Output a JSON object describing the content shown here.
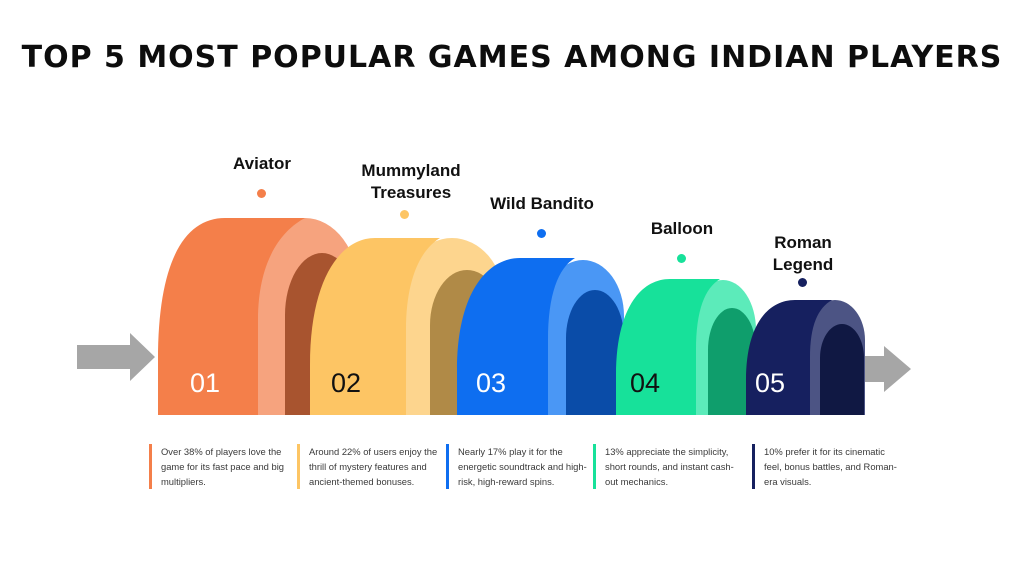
{
  "title": "TOP 5 MOST POPULAR GAMES AMONG INDIAN PLAYERS",
  "games": [
    {
      "number": "01",
      "name": "Aviator",
      "description": "Over 38% of players love the game for its fast pace and big multipliers.",
      "colors": {
        "main": "#F47F4A",
        "light": "#F6A37E",
        "dark": "#A8542F"
      }
    },
    {
      "number": "02",
      "name": "Mummyland Treasures",
      "description": "Around 22% of users enjoy the thrill of mystery features and ancient-themed bonuses.",
      "colors": {
        "main": "#FDC564",
        "light": "#FDD58E",
        "dark": "#B08A47"
      }
    },
    {
      "number": "03",
      "name": "Wild Bandito",
      "description": "Nearly 17% play it for the energetic soundtrack and high-risk, high-reward spins.",
      "colors": {
        "main": "#0E6EF0",
        "light": "#4A97F5",
        "dark": "#0A4CA8"
      }
    },
    {
      "number": "04",
      "name": "Balloon",
      "description": "13% appreciate the simplicity, short rounds, and instant cash-out mechanics.",
      "colors": {
        "main": "#17E19A",
        "light": "#5CEBBA",
        "dark": "#0F9E6C"
      }
    },
    {
      "number": "05",
      "name": "Roman Legend",
      "description": "10% prefer it for its cinematic feel, bonus battles, and Roman-era visuals.",
      "colors": {
        "main": "#16205F",
        "light": "#4C5484",
        "dark": "#101843"
      }
    }
  ],
  "arrow_color": "#A6A6A6"
}
